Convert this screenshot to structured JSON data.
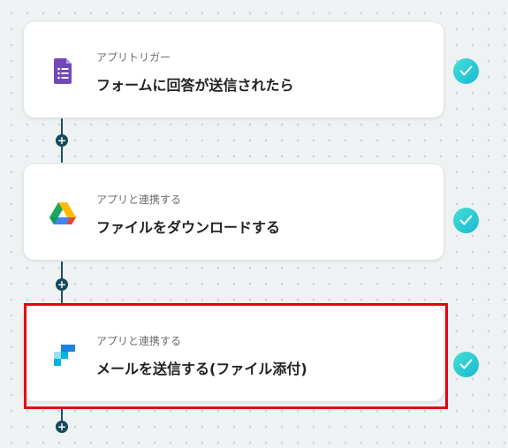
{
  "steps": [
    {
      "category": "アプリトリガー",
      "title": "フォームに回答が送信されたら",
      "app_icon": "google-forms-icon",
      "status": "completed"
    },
    {
      "category": "アプリと連携する",
      "title": "ファイルをダウンロードする",
      "app_icon": "google-drive-icon",
      "status": "completed"
    },
    {
      "category": "アプリと連携する",
      "title": "メールを送信する(ファイル添付)",
      "app_icon": "sendgrid-icon",
      "status": "completed",
      "highlighted": true
    }
  ],
  "add_step_symbol": "+",
  "colors": {
    "check_gradient_start": "#46e0d6",
    "check_gradient_end": "#16b9d2",
    "connector": "#1d4f5e",
    "highlight_border": "#e60012",
    "forms_purple": "#7248b9"
  }
}
